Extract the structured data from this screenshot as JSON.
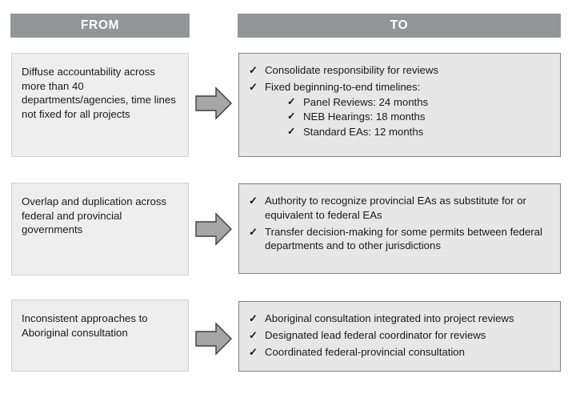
{
  "headers": {
    "from": "FROM",
    "to": "TO"
  },
  "colors": {
    "header_bg": "#939598",
    "header_text": "#ffffff",
    "from_panel_bg": "#eeeeee",
    "from_panel_border": "#d2d2d2",
    "to_panel_bg": "#e7e7e7",
    "to_panel_border": "#808080",
    "arrow_fill": "#a6a6a6",
    "arrow_border": "#3f3f3f",
    "text": "#1a1a1a"
  },
  "icons": {
    "check": "✓",
    "arrow": "right-block-arrow"
  },
  "rows": [
    {
      "from": "Diffuse accountability across more than 40 departments/agencies, time lines not fixed for all projects",
      "to": [
        {
          "text": "Consolidate responsibility for reviews",
          "sub": []
        },
        {
          "text": "Fixed beginning-to-end timelines:",
          "sub": [
            "Panel Reviews: 24 months",
            "NEB Hearings: 18 months",
            "Standard EAs: 12 months"
          ]
        }
      ]
    },
    {
      "from": "Overlap and duplication across federal and provincial governments",
      "to": [
        {
          "text": "Authority to recognize provincial EAs as substitute for or equivalent to federal EAs",
          "sub": []
        },
        {
          "text": "Transfer decision-making for some permits between federal departments and to other jurisdictions",
          "sub": []
        }
      ]
    },
    {
      "from": "Inconsistent approaches to Aboriginal consultation",
      "to": [
        {
          "text": "Aboriginal consultation integrated into project reviews",
          "sub": []
        },
        {
          "text": "Designated lead federal coordinator for reviews",
          "sub": []
        },
        {
          "text": "Coordinated federal-provincial consultation",
          "sub": []
        }
      ]
    }
  ]
}
